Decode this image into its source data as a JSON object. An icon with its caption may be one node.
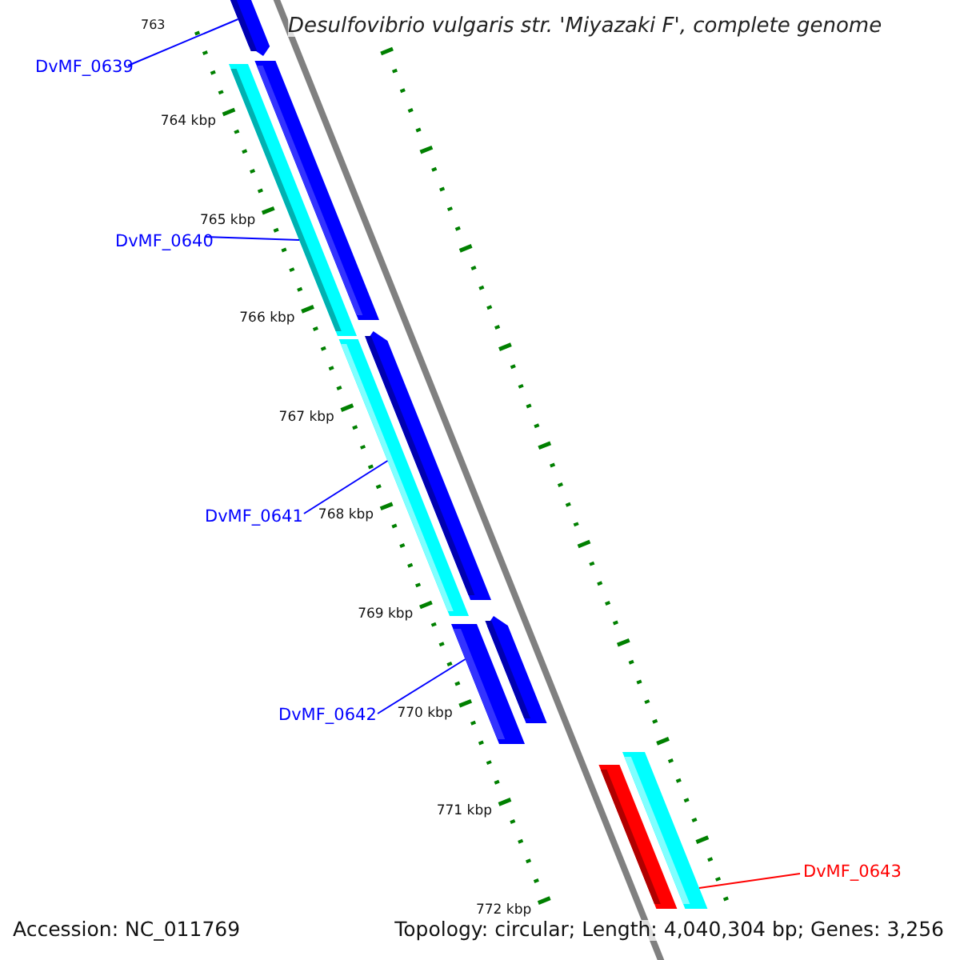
{
  "diagram": {
    "title": "Desulfovibrio vulgaris str. 'Miyazaki F', complete genome",
    "nodes": [
      {
        "text": [
          "DvMF_0639"
        ]
      },
      {
        "text": [],
        "shape": "bar"
      },
      {
        "text": [],
        "shape": "bar"
      },
      {
        "text": [],
        "shape": "bar"
      },
      {
        "text": [
          "DvMF_0640"
        ]
      },
      {
        "text": [],
        "shape": "bar"
      },
      {
        "text": [],
        "shape": "bar"
      },
      {
        "text": [
          "DvMF_0641"
        ]
      },
      {
        "text": [],
        "shape": "bar"
      },
      {
        "text": [],
        "shape": "bar"
      },
      {
        "text": [
          "DvMF_0642"
        ]
      },
      {
        "text": [],
        "shape": "bar"
      },
      {
        "text": [],
        "shape": "bar"
      },
      {
        "text": [
          "DvMF_0643"
        ]
      }
    ],
    "edges": [
      {
        "from": 0,
        "to": 1,
        "arrow": "none"
      },
      {
        "from": 4,
        "to": 3,
        "arrow": "none"
      },
      {
        "from": 7,
        "to": 6,
        "arrow": "none"
      },
      {
        "from": 10,
        "to": 8,
        "arrow": "none"
      },
      {
        "from": 13,
        "to": 12,
        "arrow": "none",
        "color": "#ff0000"
      }
    ],
    "labels": [
      "763",
      "764 kbp",
      "765 kbp",
      "766 kbp",
      "767 kbp",
      "768 kbp",
      "769 kbp",
      "770 kbp",
      "771 kbp",
      "772 kbp",
      "Accession: NC_011769",
      "Topology: circular; Length: 4,040,304 bp; Genes: 3,256"
    ]
  }
}
